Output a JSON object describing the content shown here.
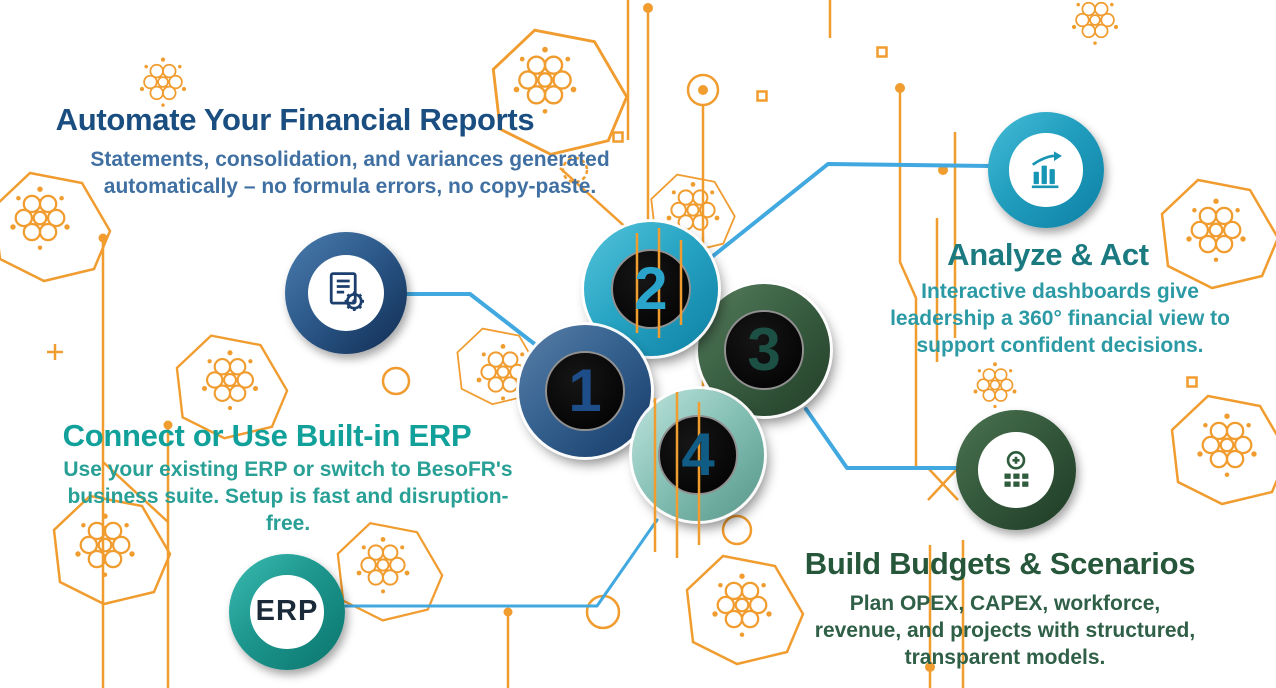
{
  "sections": {
    "automate": {
      "title": "Automate Your Financial Reports",
      "description": "Statements, consolidation, and variances generated automatically – no formula errors, no copy-paste.",
      "title_color": "#1B4E80",
      "text_color": "#4070A2",
      "icon": "report-gear-icon"
    },
    "connect": {
      "title": "Connect or Use Built-in ERP",
      "description": "Use your existing ERP or switch to BesoFR's business suite. Setup is fast and disruption-free.",
      "title_color": "#12A19A",
      "text_color": "#28A096",
      "icon": "erp-icon",
      "erp_icon_label": "ERP"
    },
    "analyze": {
      "title": "Analyze & Act",
      "description": "Interactive dashboards give leadership a 360° financial view to support confident decisions.",
      "title_color": "#1A7A80",
      "text_color": "#2B9AA4",
      "icon": "bar-chart-growth-icon"
    },
    "budgets": {
      "title": "Build Budgets & Scenarios",
      "description": "Plan OPEX, CAPEX, workforce, revenue, and projects with structured, transparent models.",
      "title_color": "#27573B",
      "text_color": "#2F5F46",
      "icon": "calculator-icon"
    }
  },
  "steps": [
    {
      "number": "1",
      "ring_color": "#2C4F7C",
      "number_color": "#1D4E89"
    },
    {
      "number": "2",
      "ring_color": "#1F9FC2",
      "number_color": "#2BA4CC"
    },
    {
      "number": "3",
      "ring_color": "#3A5F42",
      "number_color": "#1D5045"
    },
    {
      "number": "4",
      "ring_color": "#8FC7BB",
      "number_color": "#105C85"
    }
  ],
  "colors": {
    "decor_orange": "#F09C2F",
    "connector_blue": "#41A8E0",
    "step_inner": "#000000",
    "background": "#FFFFFF"
  }
}
